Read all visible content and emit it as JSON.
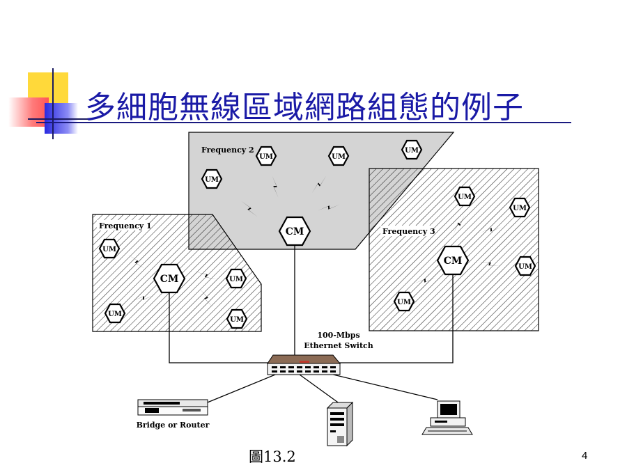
{
  "slide": {
    "title": "多細胞無線區域網路組態的例子",
    "caption": "圖13.2",
    "page_number": "4"
  },
  "diagram": {
    "cells": [
      {
        "label": "Frequency 1",
        "center_label": "CM",
        "unit_label": "UM"
      },
      {
        "label": "Frequency 2",
        "center_label": "CM",
        "unit_label": "UM"
      },
      {
        "label": "Frequency 3",
        "center_label": "CM",
        "unit_label": "UM"
      }
    ],
    "switch_label_line1": "100-Mbps",
    "switch_label_line2": "Ethernet Switch",
    "router_label": "Bridge or Router"
  },
  "colors": {
    "title": "#1a1aa6",
    "cell2_fill": "#d4d4d4"
  }
}
